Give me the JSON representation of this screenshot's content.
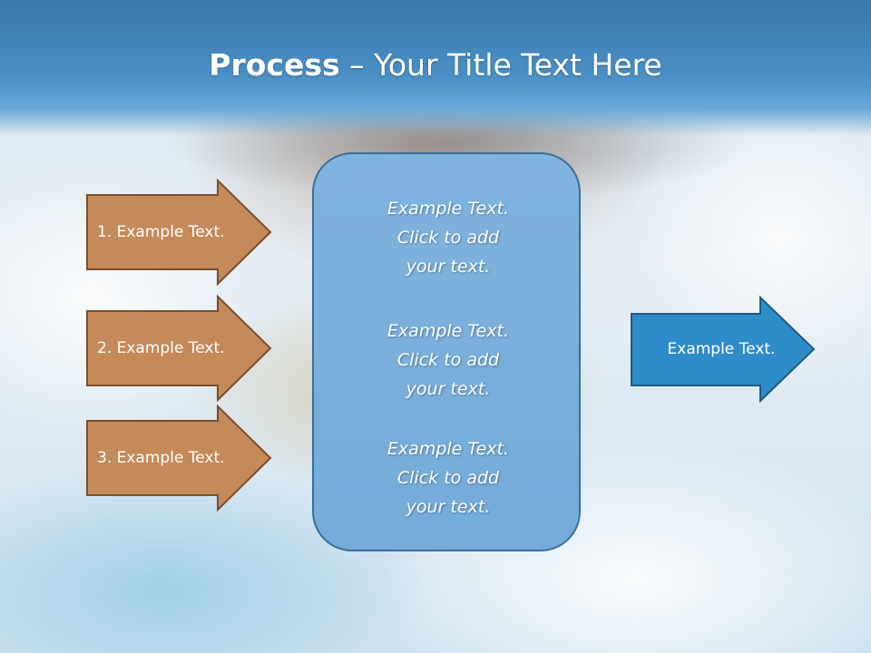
{
  "slide": {
    "title_bold": "Process",
    "title_rest": " – Your Title Text Here"
  },
  "left_arrows": [
    {
      "label": "1. Example Text."
    },
    {
      "label": "2. Example Text."
    },
    {
      "label": "3. Example Text."
    }
  ],
  "center_box": {
    "paragraphs": [
      {
        "line1": "Example Text.",
        "line2": "Click  to add",
        "line3": "your text."
      },
      {
        "line1": "Example Text.",
        "line2": "Click  to add",
        "line3": "your text."
      },
      {
        "line1": "Example Text.",
        "line2": "Click  to add",
        "line3": "your text."
      }
    ]
  },
  "right_arrow": {
    "label": "Example Text."
  },
  "colors": {
    "title_band": "#4a8fc4",
    "left_arrow_fill": "#c48a5a",
    "left_arrow_stroke": "#7a4d2a",
    "center_box_fill": "#7ab0da",
    "right_arrow_fill": "#2e8cc8",
    "right_arrow_stroke": "#1d5a85"
  }
}
